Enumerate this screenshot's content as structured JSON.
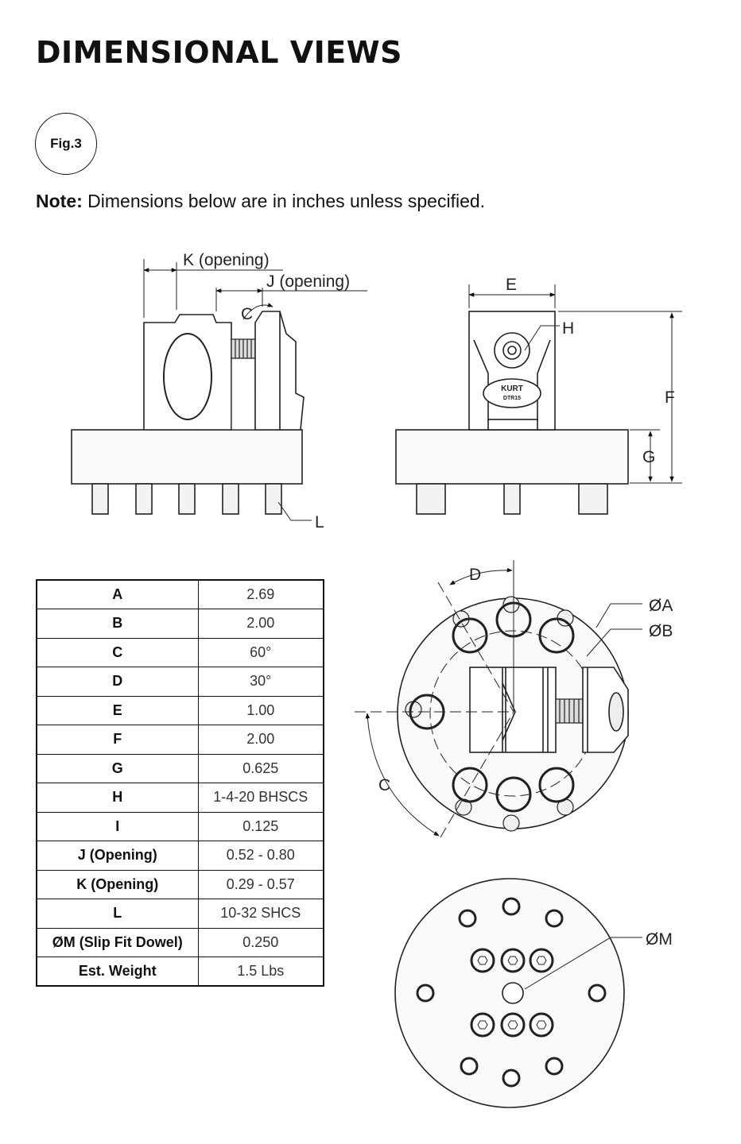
{
  "page": {
    "title": "DIMENSIONAL VIEWS",
    "figure_label": "Fig.3",
    "note_label": "Note:",
    "note_text": " Dimensions below are in inches unless specified."
  },
  "drawing_labels": {
    "k_opening": "K (opening)",
    "j_opening": "J (opening)",
    "c_top": "C",
    "l": "L",
    "e": "E",
    "h": "H",
    "f": "F",
    "g": "G",
    "brand_logo": "KURT",
    "model_logo": "DTR15",
    "d": "D",
    "dia_a": "ØA",
    "dia_b": "ØB",
    "c_angle": "C",
    "dia_m": "ØM"
  },
  "spec_table": [
    {
      "label": "A",
      "value": "2.69"
    },
    {
      "label": "B",
      "value": "2.00"
    },
    {
      "label": "C",
      "value": "60°"
    },
    {
      "label": "D",
      "value": "30°"
    },
    {
      "label": "E",
      "value": "1.00"
    },
    {
      "label": "F",
      "value": "2.00"
    },
    {
      "label": "G",
      "value": "0.625"
    },
    {
      "label": "H",
      "value": "1-4-20 BHSCS"
    },
    {
      "label": "I",
      "value": "0.125"
    },
    {
      "label": "J (Opening)",
      "value": "0.52 - 0.80"
    },
    {
      "label": "K (Opening)",
      "value": "0.29 - 0.57"
    },
    {
      "label": "L",
      "value": "10-32 SHCS"
    },
    {
      "label": "ØM (Slip Fit Dowel)",
      "value": "0.250"
    },
    {
      "label": "Est. Weight",
      "value": "1.5 Lbs"
    }
  ]
}
